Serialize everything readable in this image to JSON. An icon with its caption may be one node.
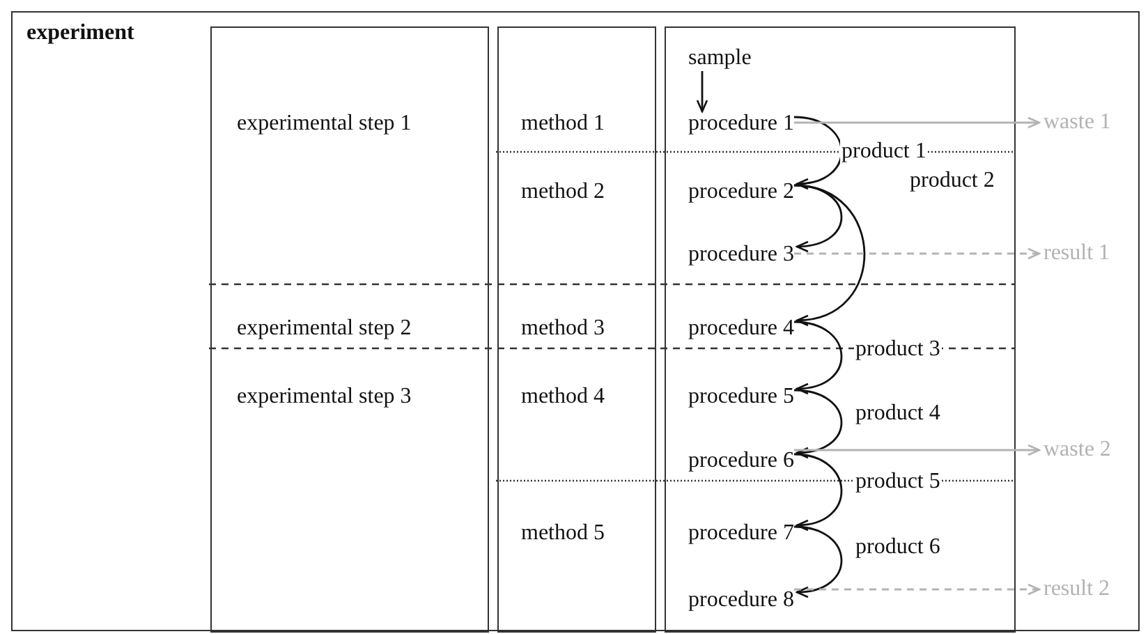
{
  "diagram": {
    "nodes": [
      {
        "text": [
          "experiment"
        ]
      },
      {
        "text": [],
        "shape": "box",
        "in": 0
      },
      {
        "text": [
          "experimental step 1"
        ],
        "in": 1
      },
      {
        "text": [
          "experimental step 2"
        ],
        "in": 1
      },
      {
        "text": [
          "experimental step 3"
        ],
        "in": 1
      },
      {
        "text": [],
        "shape": "box",
        "in": 0
      },
      {
        "text": [
          "method 1"
        ],
        "in": 5
      },
      {
        "text": [
          "method 2"
        ],
        "in": 5
      },
      {
        "text": [
          "method 3"
        ],
        "in": 5
      },
      {
        "text": [
          "method 4"
        ],
        "in": 5
      },
      {
        "text": [
          "method 5"
        ],
        "in": 5
      },
      {
        "text": [],
        "shape": "box",
        "in": 0
      },
      {
        "text": [
          "sample"
        ],
        "in": 11
      },
      {
        "text": [
          "procedure 1"
        ],
        "in": 11
      },
      {
        "text": [
          "procedure 2"
        ],
        "in": 11
      },
      {
        "text": [
          "procedure 3"
        ],
        "in": 11
      },
      {
        "text": [
          "procedure 4"
        ],
        "in": 11
      },
      {
        "text": [
          "procedure 5"
        ],
        "in": 11
      },
      {
        "text": [
          "procedure 6"
        ],
        "in": 11
      },
      {
        "text": [
          "procedure 7"
        ],
        "in": 11
      },
      {
        "text": [
          "procedure 8"
        ],
        "in": 11
      },
      {
        "text": [
          "waste 1"
        ],
        "in": 0
      },
      {
        "text": [
          "result 1"
        ],
        "in": 0
      },
      {
        "text": [
          "waste 2"
        ],
        "in": 0
      },
      {
        "text": [
          "result 2"
        ],
        "in": 0
      }
    ],
    "edges": [
      {
        "from": 12,
        "to": 13,
        "arrow": "to"
      },
      {
        "from": 13,
        "to": 14,
        "arrow": "to",
        "label": "product 1"
      },
      {
        "from": 13,
        "to": 21,
        "arrow": "to",
        "color": "#b3b3b3"
      },
      {
        "from": 14,
        "to": 15,
        "arrow": "to"
      },
      {
        "from": 14,
        "to": 16,
        "arrow": "to",
        "label": "product 2"
      },
      {
        "from": 15,
        "to": 22,
        "arrow": "to",
        "style": "dashed",
        "color": "#b3b3b3"
      },
      {
        "from": 16,
        "to": 17,
        "arrow": "to",
        "label": "product 3"
      },
      {
        "from": 17,
        "to": 18,
        "arrow": "to",
        "label": "product 4"
      },
      {
        "from": 18,
        "to": 19,
        "arrow": "to",
        "label": "product 5"
      },
      {
        "from": 18,
        "to": 23,
        "arrow": "to",
        "color": "#b3b3b3"
      },
      {
        "from": 19,
        "to": 20,
        "arrow": "to",
        "label": "product 6"
      },
      {
        "from": 20,
        "to": 24,
        "arrow": "to",
        "style": "dashed",
        "color": "#b3b3b3"
      }
    ]
  }
}
